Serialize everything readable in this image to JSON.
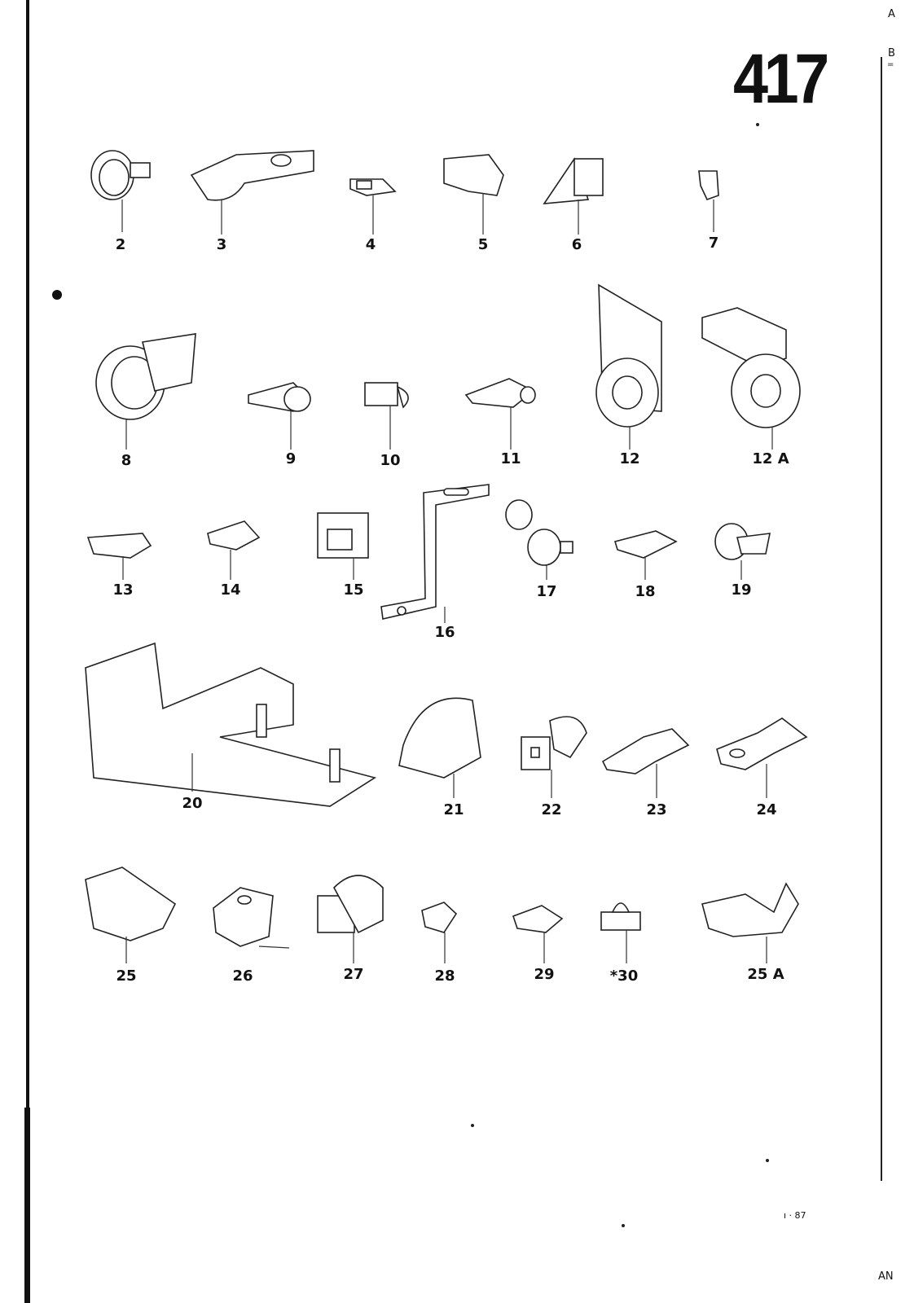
{
  "page_number": "417",
  "edge_marks": {
    "a": "A",
    "b": "B",
    "eq": "=",
    "an": "AN"
  },
  "date_code": "ı · 87",
  "parts": [
    {
      "id": "2",
      "label": "2"
    },
    {
      "id": "3",
      "label": "3"
    },
    {
      "id": "4",
      "label": "4"
    },
    {
      "id": "5",
      "label": "5"
    },
    {
      "id": "6",
      "label": "6"
    },
    {
      "id": "7",
      "label": "7"
    },
    {
      "id": "8",
      "label": "8"
    },
    {
      "id": "9",
      "label": "9"
    },
    {
      "id": "10",
      "label": "10"
    },
    {
      "id": "11",
      "label": "11"
    },
    {
      "id": "12",
      "label": "12"
    },
    {
      "id": "12A",
      "label": "12 A"
    },
    {
      "id": "13",
      "label": "13"
    },
    {
      "id": "14",
      "label": "14"
    },
    {
      "id": "15",
      "label": "15"
    },
    {
      "id": "16",
      "label": "16"
    },
    {
      "id": "17",
      "label": "17"
    },
    {
      "id": "18",
      "label": "18"
    },
    {
      "id": "19",
      "label": "19"
    },
    {
      "id": "20",
      "label": "20"
    },
    {
      "id": "21",
      "label": "21"
    },
    {
      "id": "22",
      "label": "22"
    },
    {
      "id": "23",
      "label": "23"
    },
    {
      "id": "24",
      "label": "24"
    },
    {
      "id": "25",
      "label": "25"
    },
    {
      "id": "26",
      "label": "26"
    },
    {
      "id": "27",
      "label": "27"
    },
    {
      "id": "28",
      "label": "28"
    },
    {
      "id": "29",
      "label": "29"
    },
    {
      "id": "30",
      "label": "*30"
    },
    {
      "id": "25A",
      "label": "25 A"
    }
  ]
}
